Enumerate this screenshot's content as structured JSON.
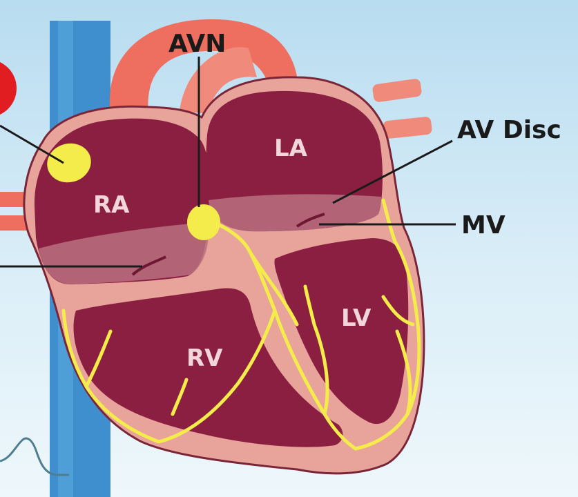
{
  "diagram": {
    "chambers": {
      "ra": "RA",
      "la": "LA",
      "rv": "RV",
      "lv": "LV"
    },
    "callouts": {
      "avn": "AVN",
      "av_disc": "AV Disc",
      "mv": "MV"
    }
  },
  "colors": {
    "background_top": "#b8dcf0",
    "background_bottom": "#eef7fb",
    "heart_wall": "#e8a49a",
    "chamber_fill": "#8a1f42",
    "valve_plane": "#b9707f",
    "conduction": "#f4ec4a",
    "vessel_red": "#ee6f5f",
    "vessel_blue": "#3f8fcf",
    "signal_red": "#e21d22"
  }
}
